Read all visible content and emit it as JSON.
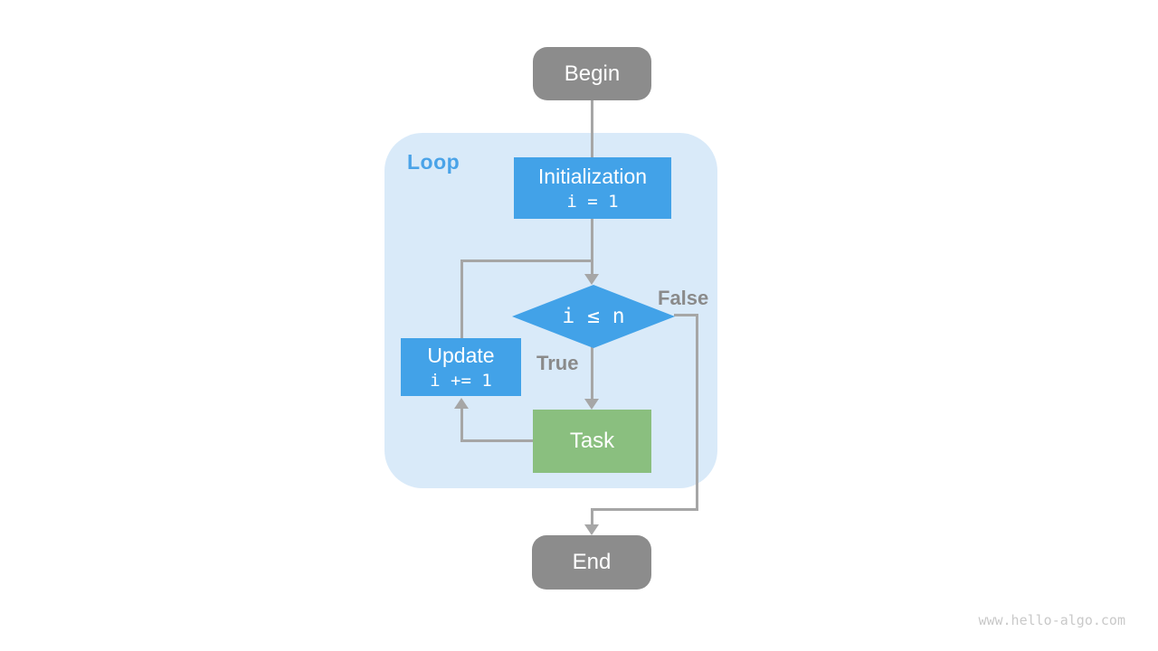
{
  "diagram": {
    "nodes": {
      "begin": {
        "label": "Begin"
      },
      "initialization": {
        "title": "Initialization",
        "code": "i = 1"
      },
      "condition": {
        "code": "i ≤ n"
      },
      "update": {
        "title": "Update",
        "code": "i += 1"
      },
      "task": {
        "label": "Task"
      },
      "end": {
        "label": "End"
      }
    },
    "labels": {
      "loop": "Loop",
      "branch_true": "True",
      "branch_false": "False"
    },
    "watermark": "www.hello-algo.com",
    "colors": {
      "node_gray": "#8c8c8c",
      "node_blue": "#42a2e8",
      "node_green": "#8abf7f",
      "loop_bg": "#d9eaf9",
      "loop_label": "#4aa3e8",
      "connector": "#a6a6a6",
      "branch_label": "#8a8a8a",
      "watermark": "#c9c9c9"
    }
  }
}
